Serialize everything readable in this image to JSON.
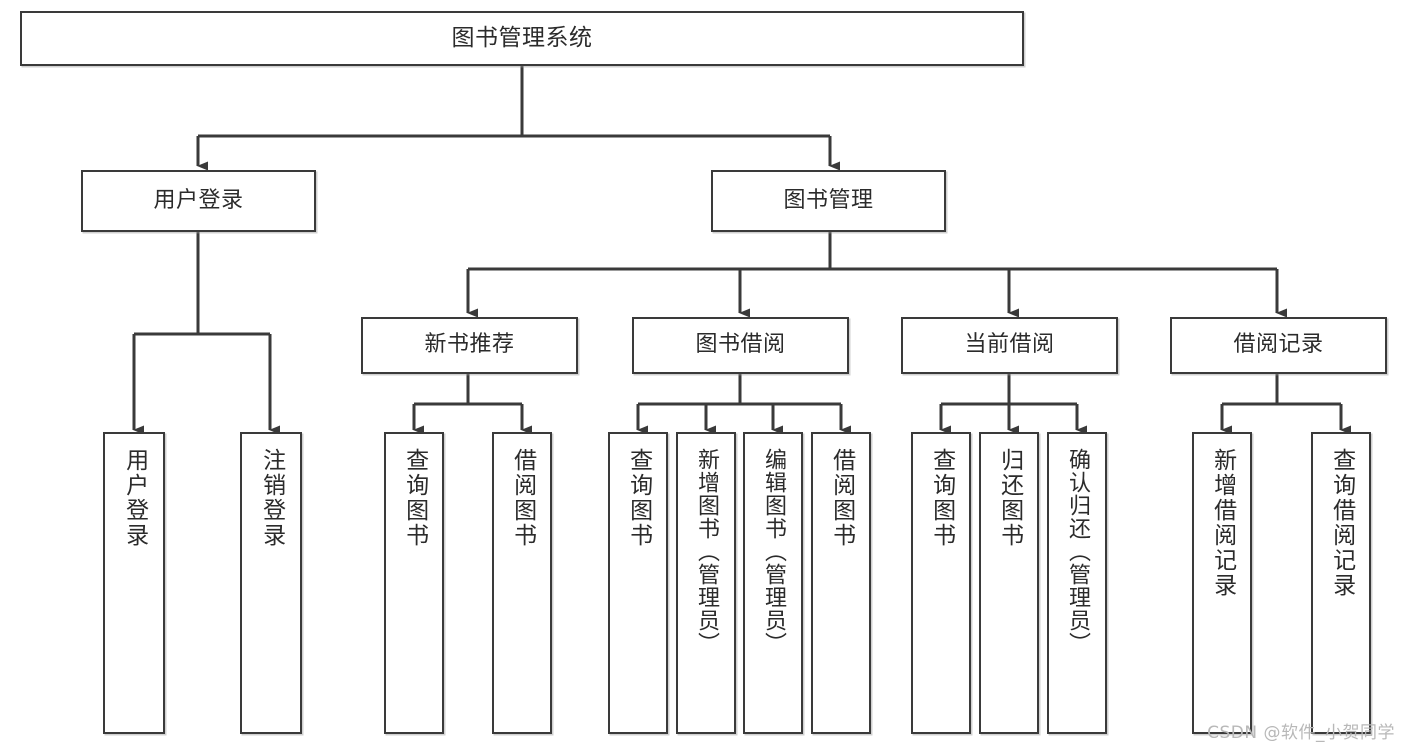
{
  "diagram": {
    "title": "图书管理系统",
    "type": "tree-hierarchy",
    "watermark": "CSDN @软件_小贺同学",
    "colors": {
      "box_border": "#3a3a3a",
      "box_fill": "#ffffff",
      "connector": "#3a3a3a",
      "text": "#2b2b2b",
      "watermark": "#b8b8b8",
      "background": "#ffffff"
    },
    "root": {
      "id": "root",
      "label": "图书管理系统"
    },
    "level2": [
      {
        "id": "user-login",
        "label": "用户登录"
      },
      {
        "id": "book-manage",
        "label": "图书管理"
      }
    ],
    "level3": [
      {
        "id": "new-book-rec",
        "label": "新书推荐",
        "parent": "book-manage"
      },
      {
        "id": "book-borrow",
        "label": "图书借阅",
        "parent": "book-manage"
      },
      {
        "id": "current-borrow",
        "label": "当前借阅",
        "parent": "book-manage"
      },
      {
        "id": "borrow-record",
        "label": "借阅记录",
        "parent": "book-manage"
      }
    ],
    "leaves": {
      "user_login": [
        {
          "id": "leaf-user-login",
          "label": "用户登录"
        },
        {
          "id": "leaf-user-logout",
          "label": "注销登录"
        }
      ],
      "new_book_rec": [
        {
          "id": "leaf-query-book-1",
          "label": "查询图书"
        },
        {
          "id": "leaf-borrow-book-1",
          "label": "借阅图书"
        }
      ],
      "book_borrow": [
        {
          "id": "leaf-query-book-2",
          "label": "查询图书"
        },
        {
          "id": "leaf-add-book",
          "label": "新增图书（管理员）"
        },
        {
          "id": "leaf-edit-book",
          "label": "编辑图书（管理员）"
        },
        {
          "id": "leaf-borrow-book-2",
          "label": "借阅图书"
        }
      ],
      "current_borrow": [
        {
          "id": "leaf-query-book-3",
          "label": "查询图书"
        },
        {
          "id": "leaf-return-book",
          "label": "归还图书"
        },
        {
          "id": "leaf-confirm-return",
          "label": "确认归还（管理员）"
        }
      ],
      "borrow_record": [
        {
          "id": "leaf-add-record",
          "label": "新增借阅记录"
        },
        {
          "id": "leaf-query-record",
          "label": "查询借阅记录"
        }
      ]
    }
  }
}
